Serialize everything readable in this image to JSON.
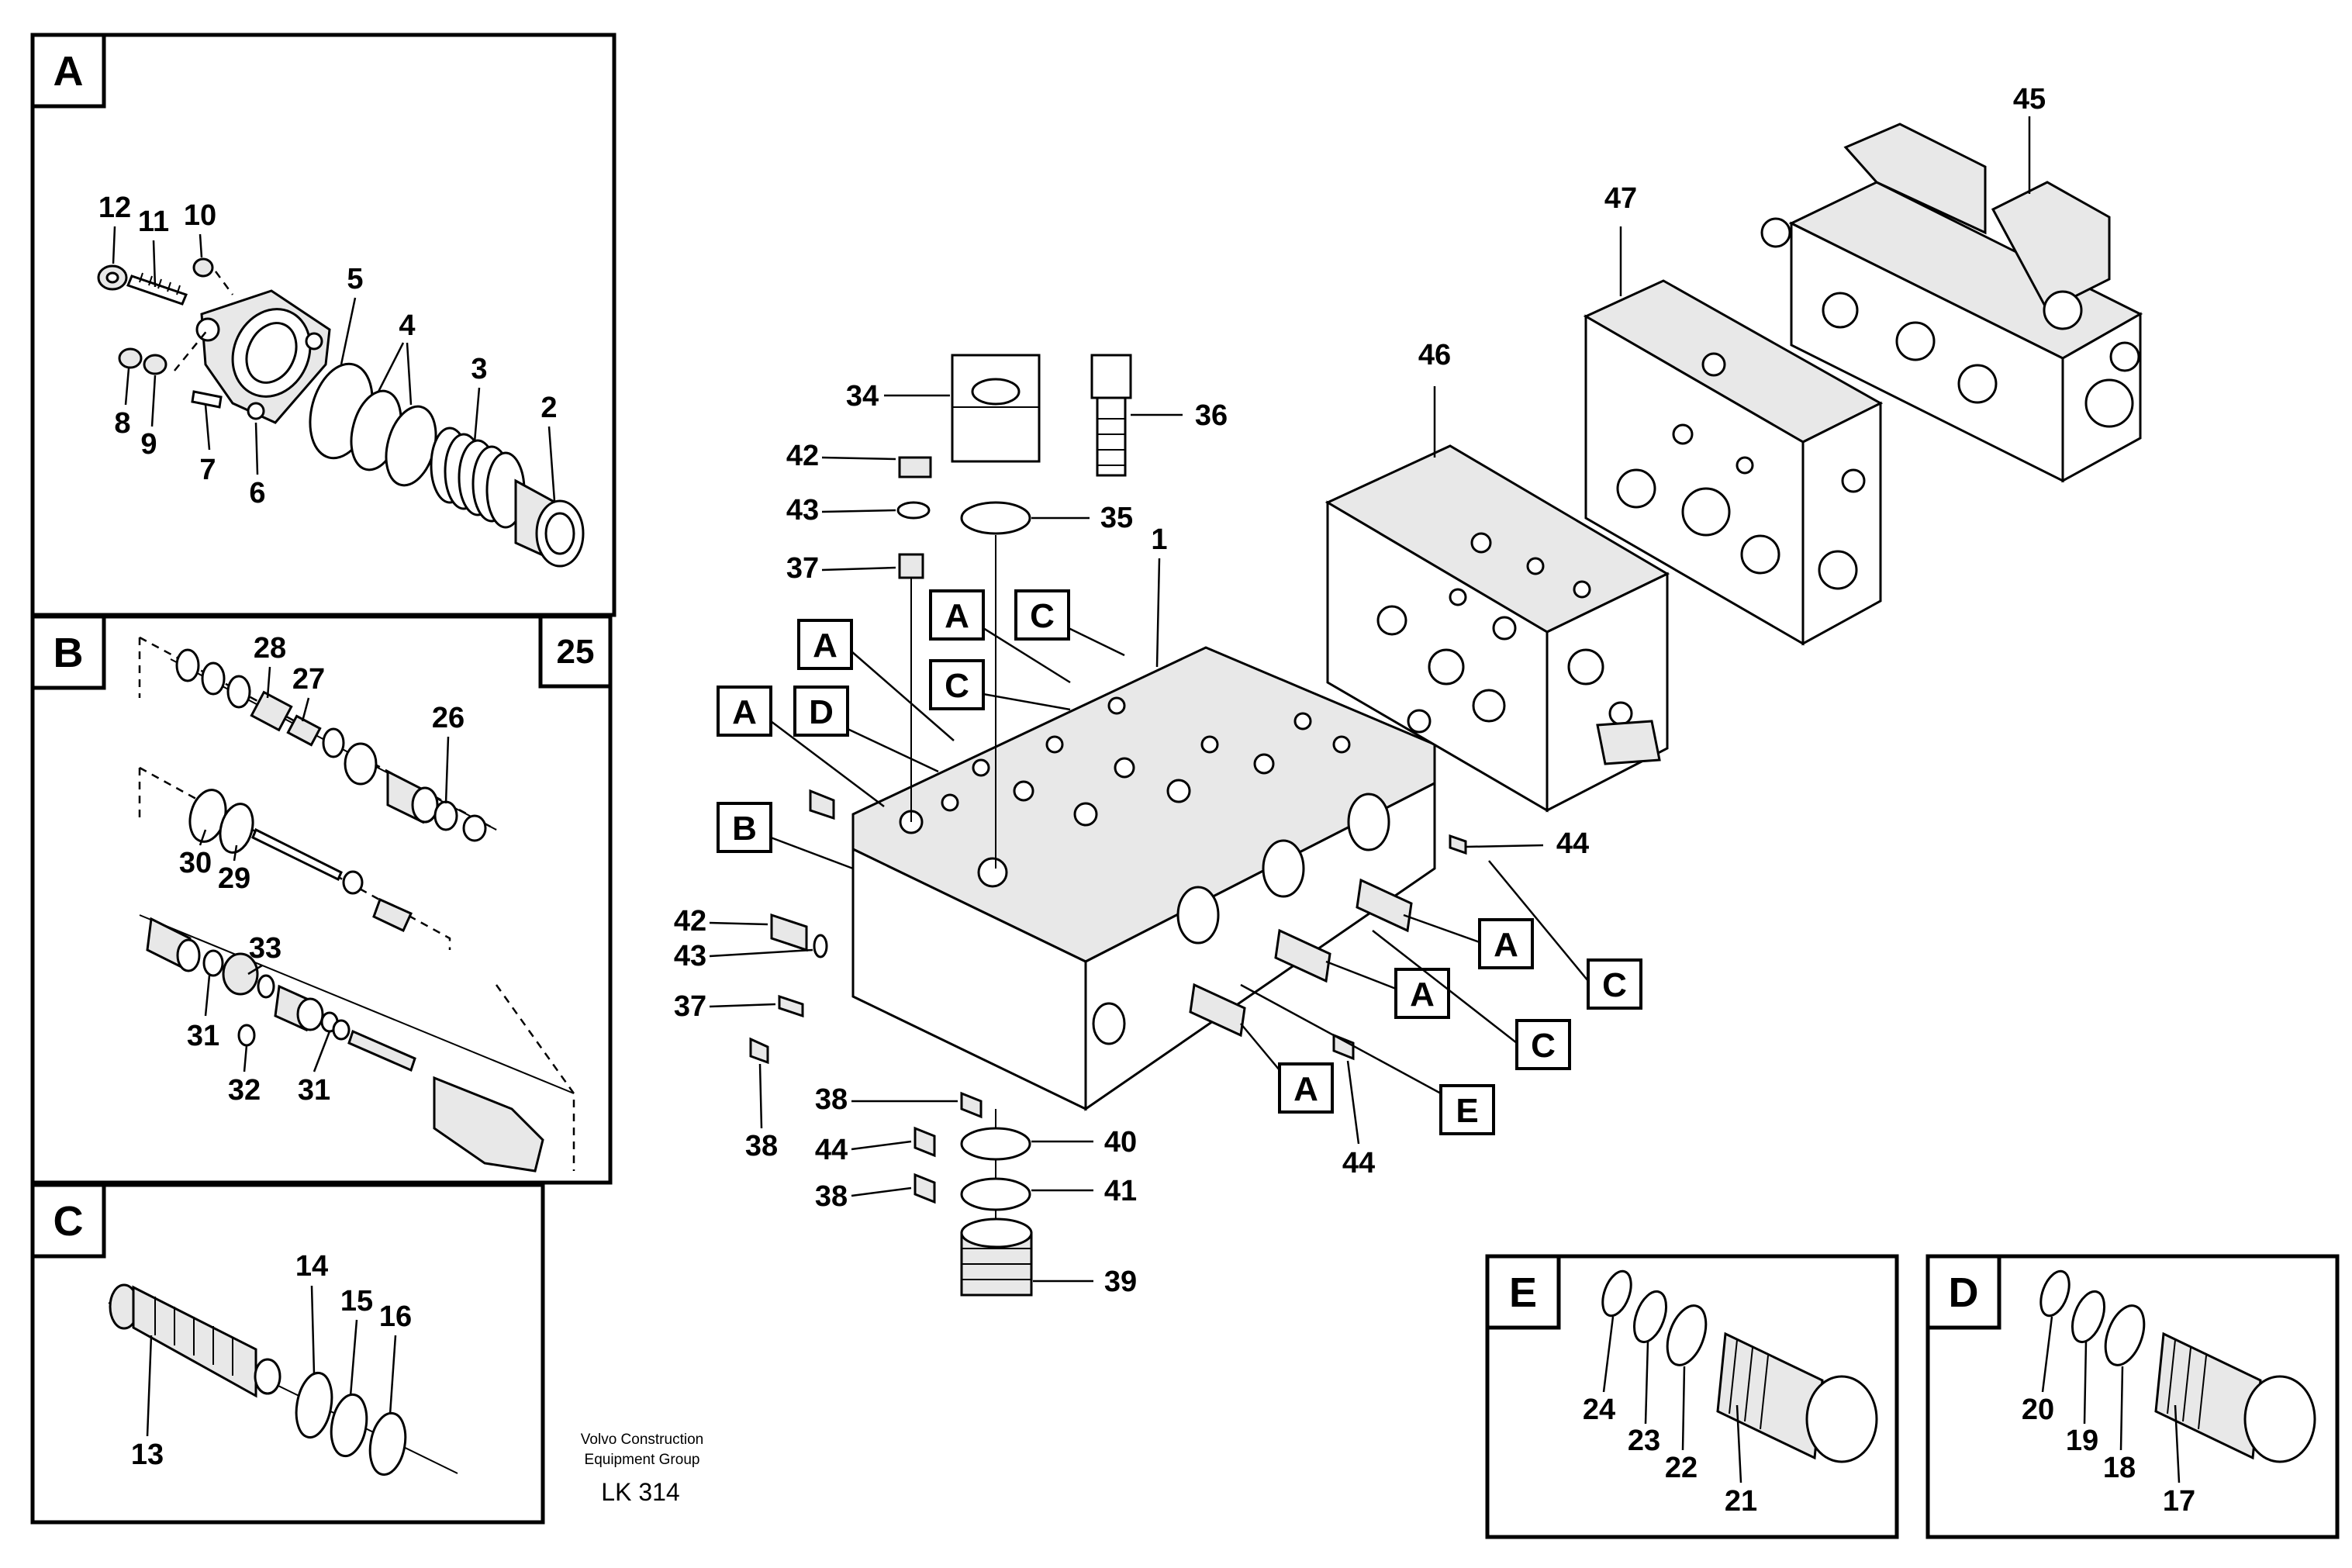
{
  "sections": {
    "A": "A",
    "B": "B",
    "C": "C",
    "D": "D",
    "E": "E",
    "B_ref": "25"
  },
  "tags": {
    "A": "A",
    "B": "B",
    "C": "C",
    "D": "D",
    "E": "E"
  },
  "labels": {
    "p1": "1",
    "p2": "2",
    "p3": "3",
    "p4": "4",
    "p5": "5",
    "p6": "6",
    "p7": "7",
    "p8": "8",
    "p9": "9",
    "p10": "10",
    "p11": "11",
    "p12": "12",
    "p13": "13",
    "p14": "14",
    "p15": "15",
    "p16": "16",
    "p17": "17",
    "p18": "18",
    "p19": "19",
    "p20": "20",
    "p21": "21",
    "p22": "22",
    "p23": "23",
    "p24": "24",
    "p26": "26",
    "p27": "27",
    "p28": "28",
    "p29": "29",
    "p30": "30",
    "p31": "31",
    "p32": "32",
    "p33": "33",
    "p34": "34",
    "p35": "35",
    "p36": "36",
    "p37": "37",
    "p38": "38",
    "p39": "39",
    "p40": "40",
    "p41": "41",
    "p42": "42",
    "p43": "43",
    "p44": "44",
    "p45": "45",
    "p46": "46",
    "p47": "47"
  },
  "footer": {
    "company_line1": "Volvo Construction",
    "company_line2": "Equipment Group",
    "code": "LK 314"
  }
}
